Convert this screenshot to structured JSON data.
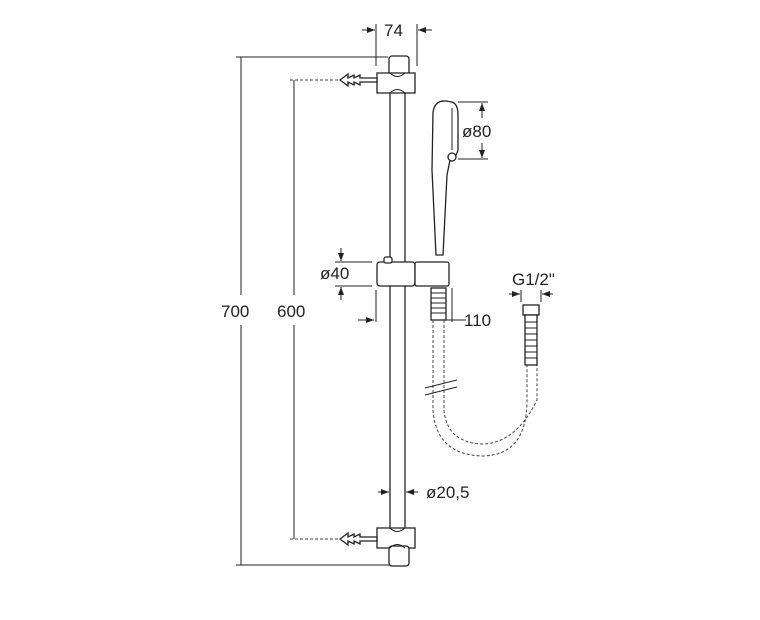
{
  "diagram": {
    "title": "Shower rail kit dimensions",
    "dimensions": {
      "total_height": "700",
      "bracket_spacing": "600",
      "wall_projection": "74",
      "handshower_diameter": "ø80",
      "slider_diameter": "ø40",
      "hose_offset": "110",
      "rail_diameter": "ø20,5",
      "connection_thread": "G1/2\""
    }
  }
}
